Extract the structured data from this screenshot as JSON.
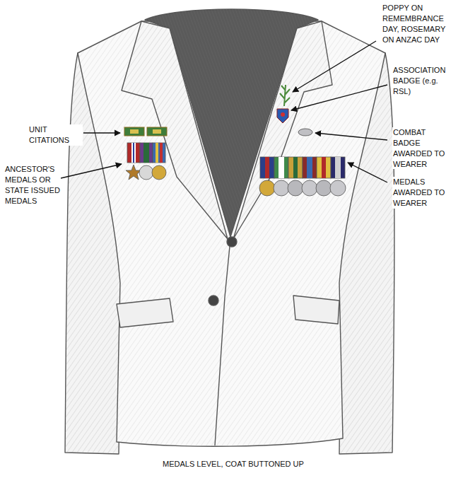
{
  "diagram": {
    "caption": "MEDALS LEVEL, COAT BUTTONED UP",
    "labels": [
      "POPPY ON REMEMBRANCE DAY, ROSEMARY ON ANZAC DAY",
      "ASSOCIATION BADGE (e.g. RSL)",
      "UNIT CITATIONS",
      "COMBAT BADGE AWARDED TO WEARER",
      "ANCESTOR'S MEDALS OR STATE ISSUED MEDALS",
      "MEDALS AWARDED TO WEARER"
    ]
  }
}
